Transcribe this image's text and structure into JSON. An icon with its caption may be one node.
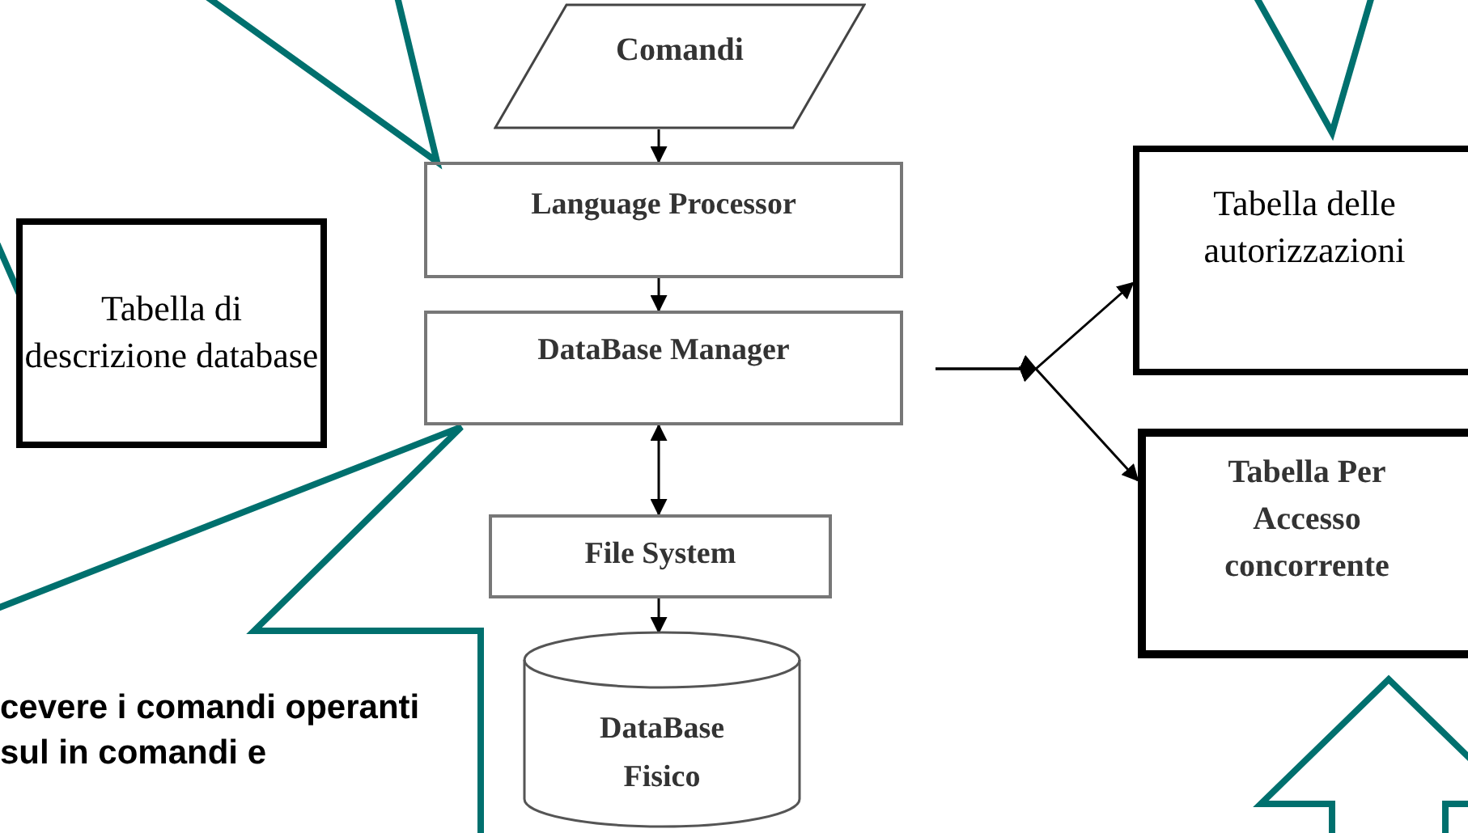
{
  "diagram": {
    "nodes": [
      {
        "text": [
          "Comandi"
        ]
      },
      {
        "text": [
          "Language Processor"
        ]
      },
      {
        "text": [
          "DataBase Manager"
        ]
      },
      {
        "text": [
          "File System"
        ]
      },
      {
        "text": [
          "DataBase Fisico"
        ]
      },
      {
        "text": [
          "Tabella di descrizione database"
        ]
      },
      {
        "text": [
          "Tabella delle autorizzazioni"
        ]
      },
      {
        "text": [
          "Tabella Per Accesso concorrente"
        ]
      },
      {
        "text": [
          "cevere i comandi operanti sul in comandi e"
        ]
      }
    ],
    "edges": [
      {
        "from": 0,
        "to": 1,
        "arrow": "to"
      },
      {
        "from": 1,
        "to": 2,
        "arrow": "to"
      },
      {
        "from": 2,
        "to": 3,
        "arrow": "both"
      },
      {
        "from": 3,
        "to": 4,
        "arrow": "to"
      },
      {
        "from": 2,
        "to": 6,
        "arrow": "to"
      },
      {
        "from": 2,
        "to": 7,
        "arrow": "to"
      }
    ]
  }
}
